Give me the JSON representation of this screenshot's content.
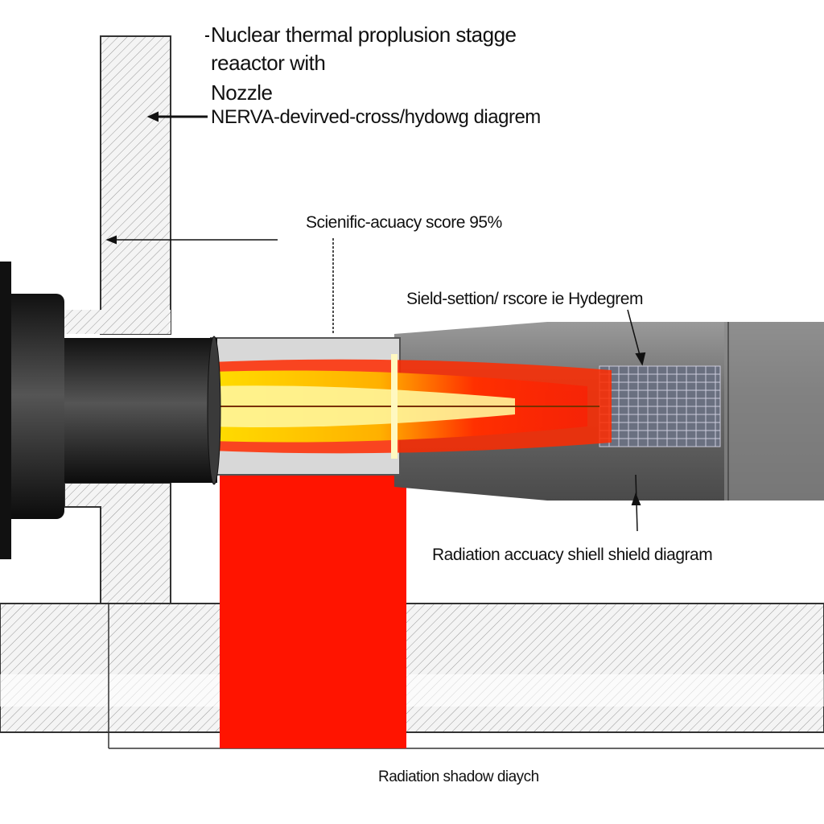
{
  "labels": {
    "title_line1": "Nuclear thermal proplusion stagge",
    "title_line2": "reaactor with",
    "title_line3": "Nozzle",
    "title_line4": "NERVA-devirved-cross/hydowg diagrem",
    "accuracy": "Scienific-acuacy score 95%",
    "shield_section": "Sield-settion/ rscore ie Hydegrem",
    "radiation_shield": "Radiation accuacy shiell shield diagram",
    "radiation_shadow": "Radiation shadow diaych"
  },
  "colors": {
    "plume_red": "#ff1a00",
    "plume_yellow": "#ffe600",
    "body_dark": "#2a2a2a",
    "body_gray": "#7a7a7a"
  }
}
